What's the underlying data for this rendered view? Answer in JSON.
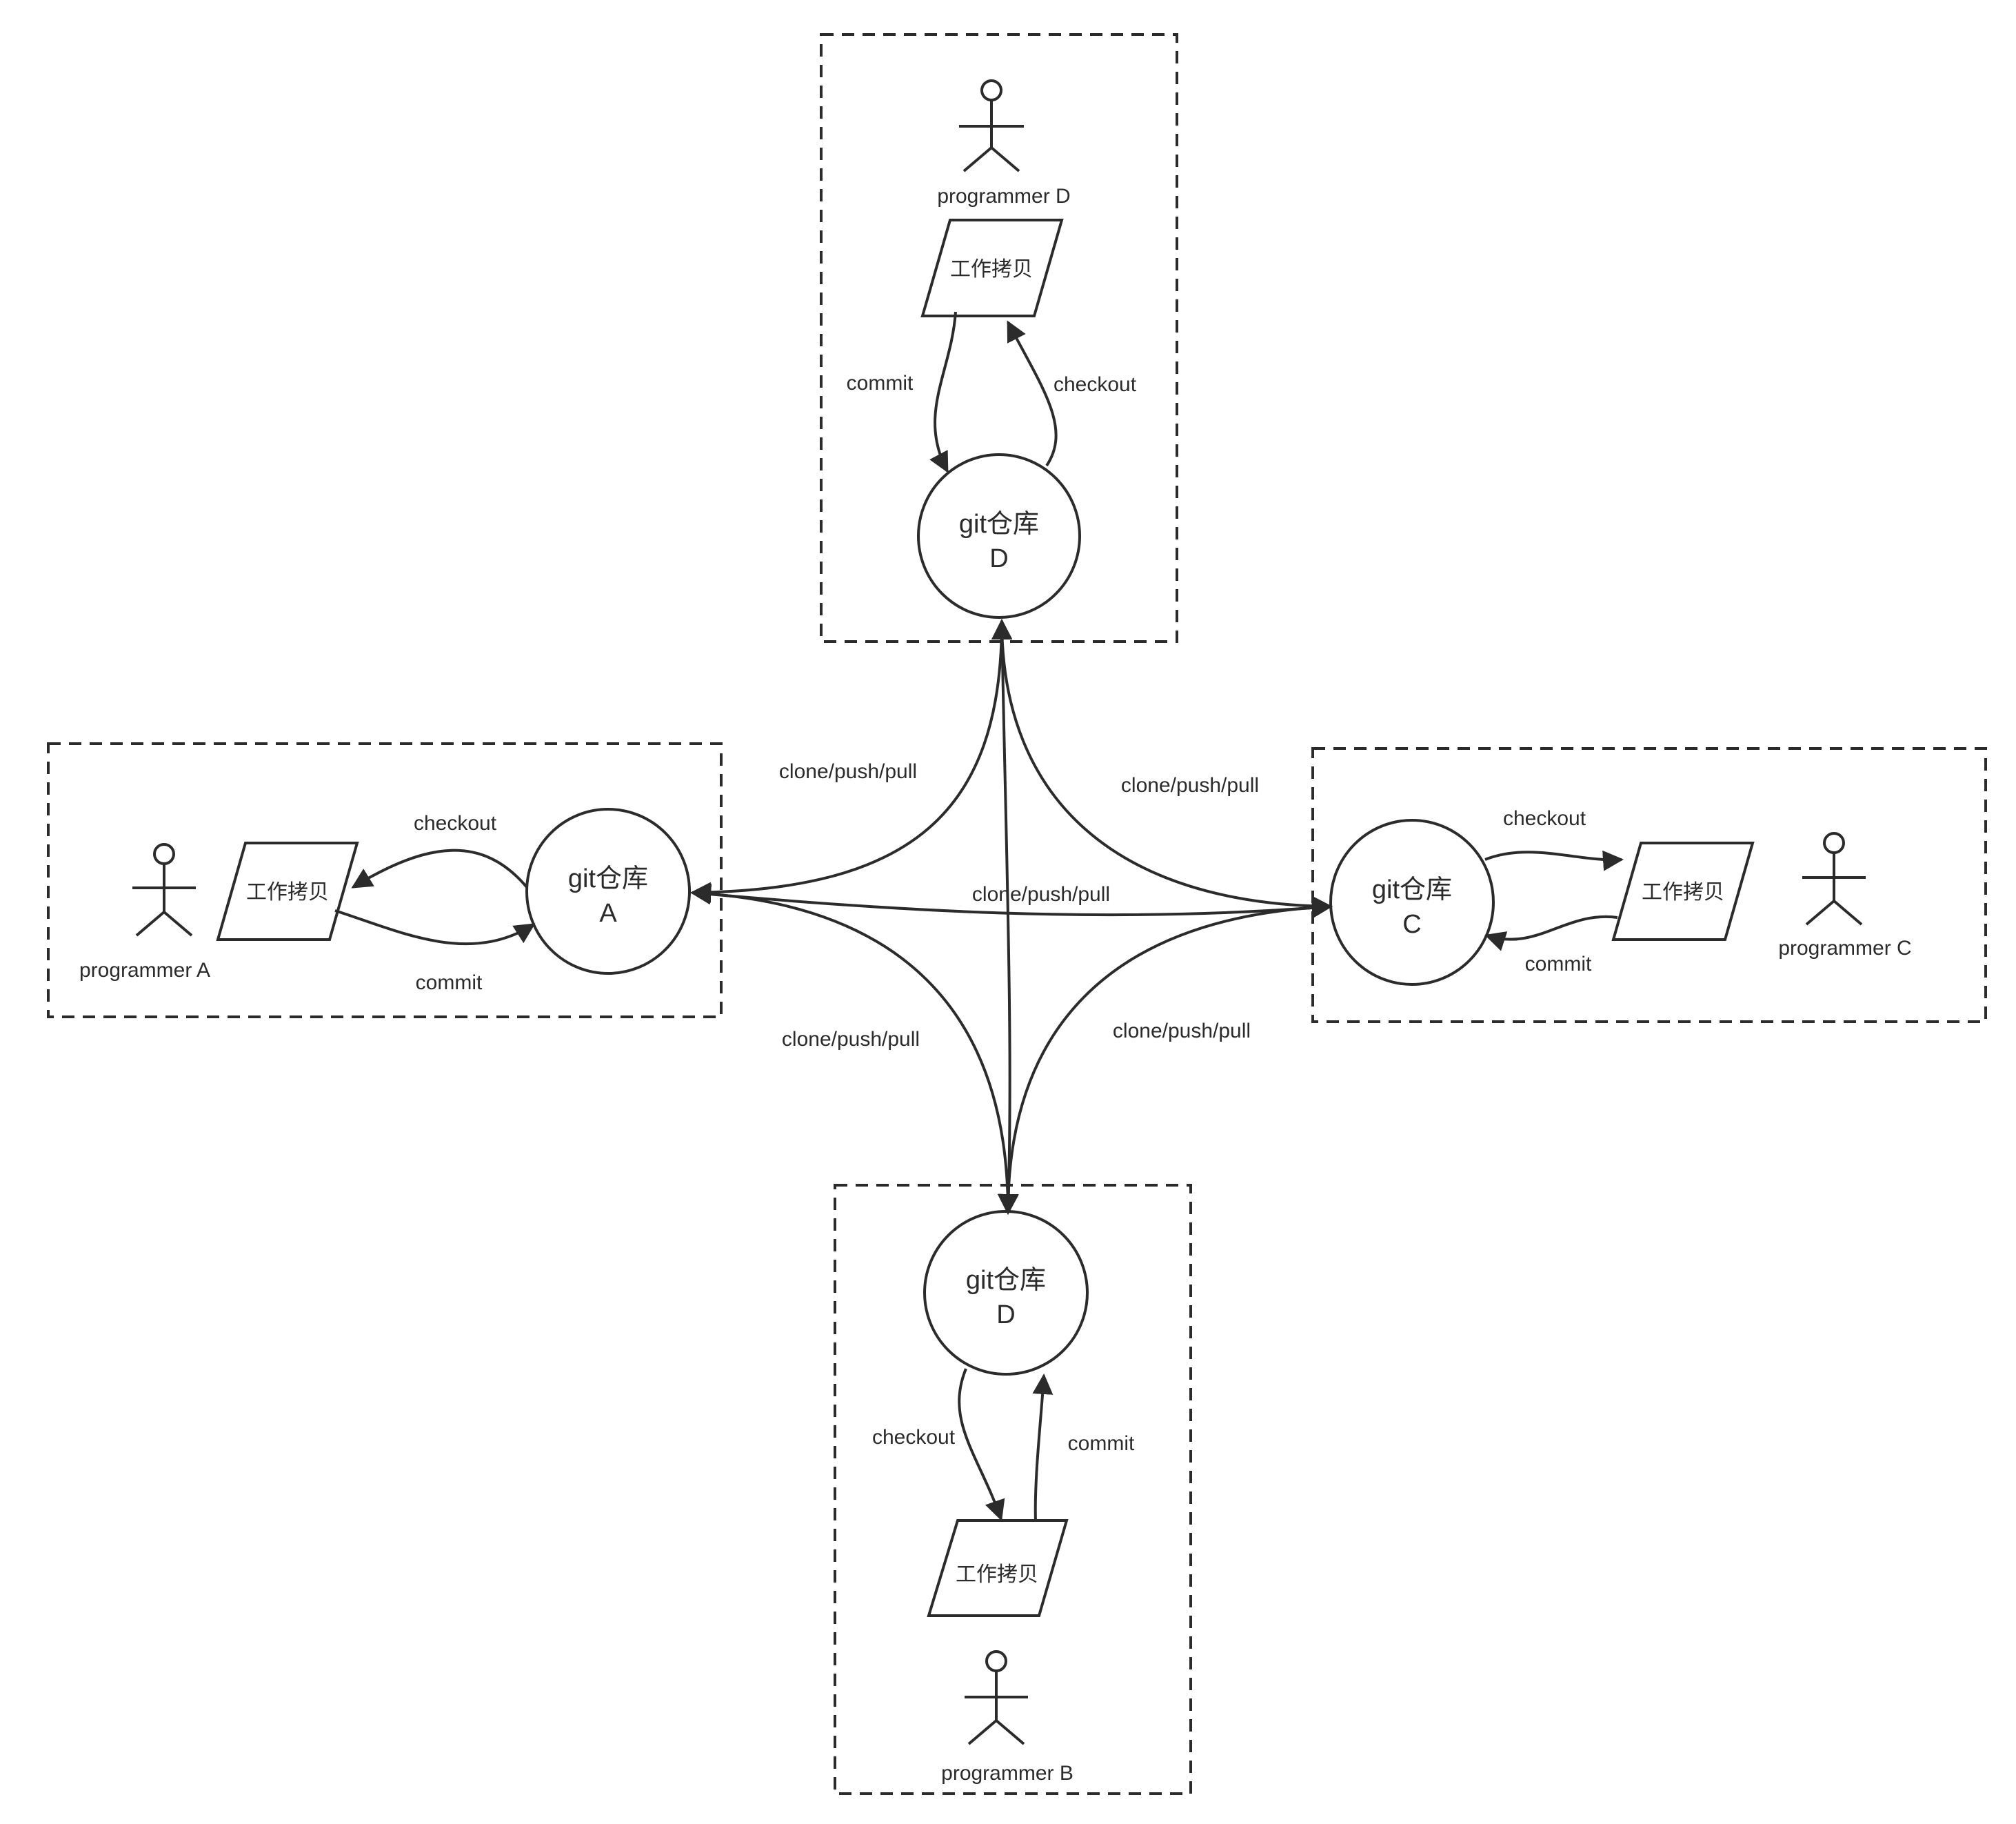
{
  "groups": {
    "top": {
      "programmer": "programmer D",
      "working_copy": "工作拷贝",
      "repo_line1": "git仓库",
      "repo_line2": "D",
      "commit": "commit",
      "checkout": "checkout"
    },
    "left": {
      "programmer": "programmer A",
      "working_copy": "工作拷贝",
      "repo_line1": "git仓库",
      "repo_line2": "A",
      "commit": "commit",
      "checkout": "checkout"
    },
    "right": {
      "programmer": "programmer C",
      "working_copy": "工作拷贝",
      "repo_line1": "git仓库",
      "repo_line2": "C",
      "commit": "commit",
      "checkout": "checkout"
    },
    "bottom": {
      "programmer": "programmer B",
      "working_copy": "工作拷贝",
      "repo_line1": "git仓库",
      "repo_line2": "D",
      "commit": "commit",
      "checkout": "checkout"
    }
  },
  "sync": {
    "top_left": "clone/push/pull",
    "top_right": "clone/push/pull",
    "left_right": "clone/push/pull",
    "bottom_left": "clone/push/pull",
    "bottom_right": "clone/push/pull"
  }
}
